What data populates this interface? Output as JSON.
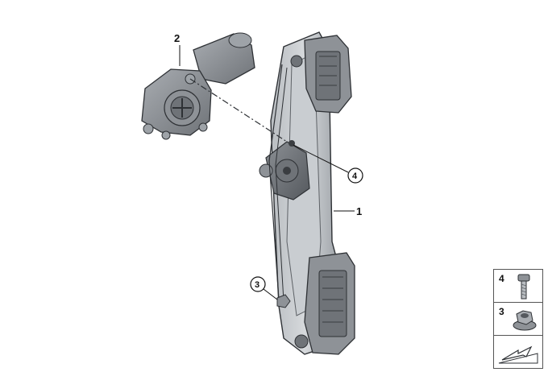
{
  "callouts": {
    "c1": "1",
    "c2": "2",
    "c3": "3",
    "c4": "4"
  },
  "legend": {
    "row1_label": "4",
    "row2_label": "3"
  },
  "icons": {
    "bolt": "bolt-icon",
    "nut": "nut-icon",
    "arrow": "ramp-arrow-icon"
  },
  "colors": {
    "part_dark": "#6f7378",
    "part_mid": "#9ea3a8",
    "part_light": "#c9cdd1",
    "outline": "#2e3135"
  }
}
